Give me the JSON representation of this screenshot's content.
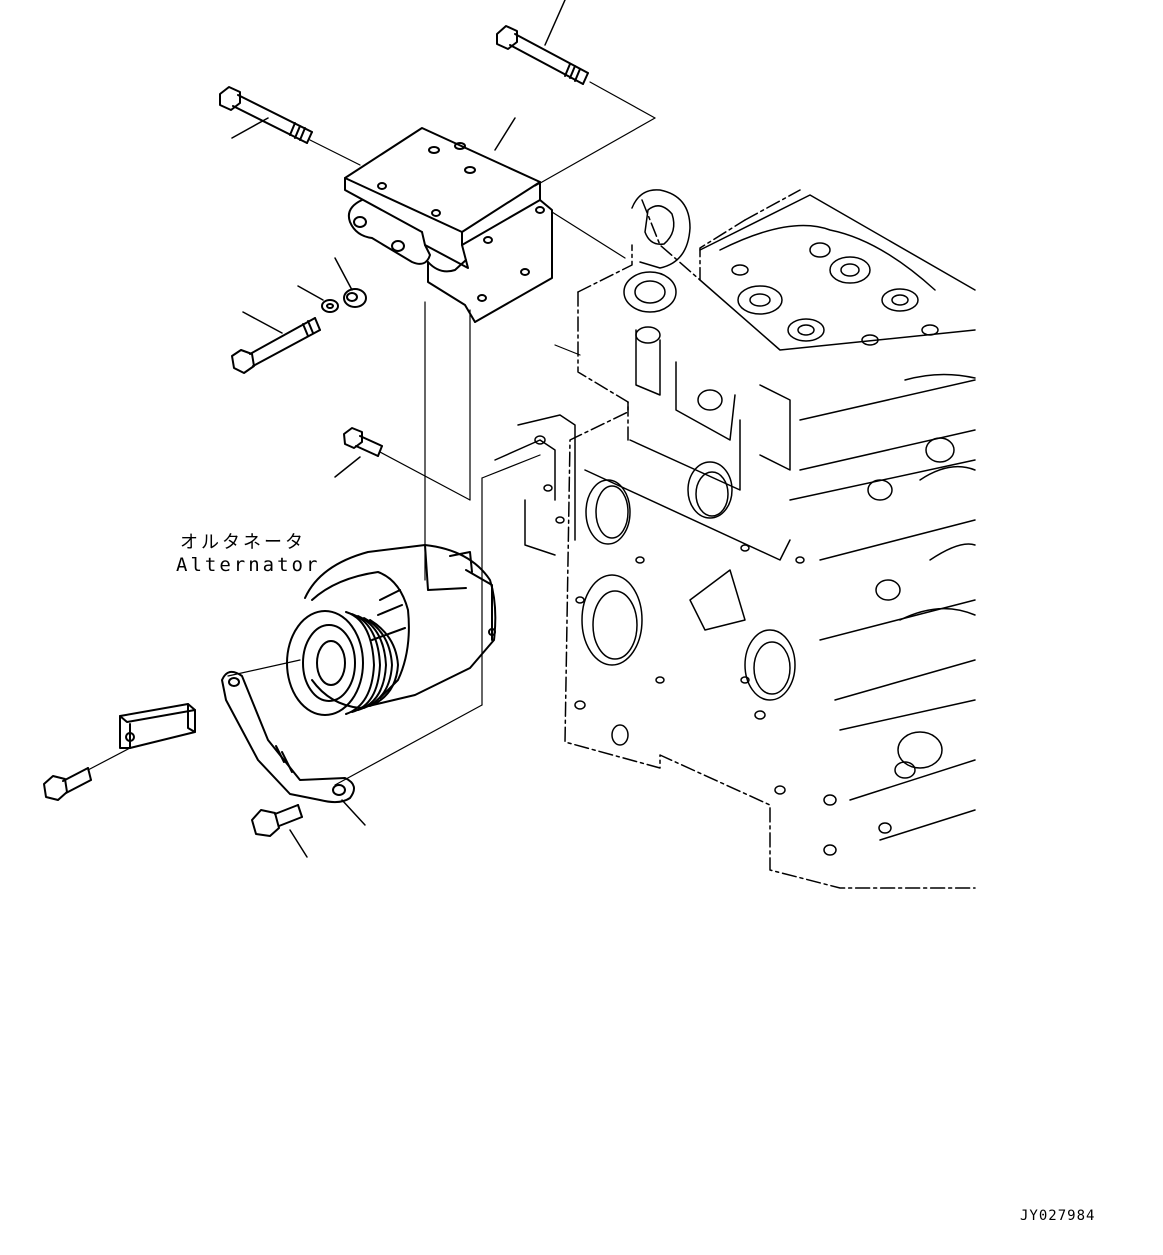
{
  "callout": {
    "japanese": "オルタネータ",
    "english": "Alternator"
  },
  "drawing_id": "JY027984",
  "colors": {
    "line": "#000000",
    "background": "#ffffff"
  }
}
